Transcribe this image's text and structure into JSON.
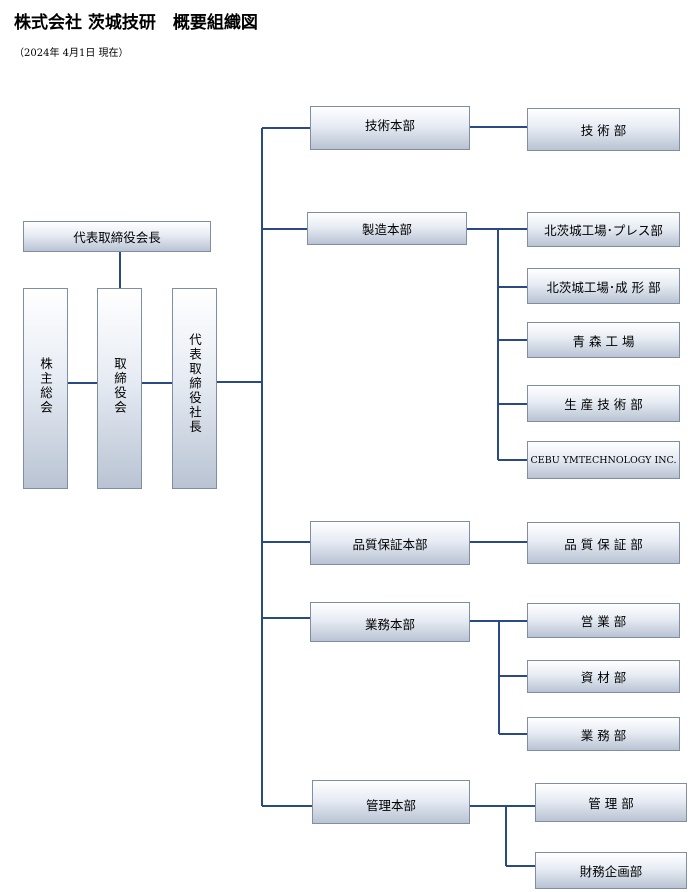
{
  "title": "株式会社 茨城技研　概要組織図",
  "subtitle": "（2024年 4月1日 現在）",
  "nodes": {
    "chairman": "代表取締役会長",
    "shareholders": "株主総会",
    "board": "取締役会",
    "president": "代表取締役社長",
    "tech_hq": "技術本部",
    "tech_dept": "技 術 部",
    "mfg_hq": "製造本部",
    "kitaibaraki_press": "北茨城工場･プレス部",
    "kitaibaraki_molding": "北茨城工場･成 形 部",
    "aomori": "青 森 工 場",
    "production_eng": "生 産 技 術 部",
    "cebu": "CEBU YMTECHNOLOGY INC.",
    "qa_hq": "品質保証本部",
    "qa_dept": "品 質 保 証 部",
    "biz_hq": "業務本部",
    "sales": "営 業 部",
    "materials": "資 材 部",
    "business": "業 務 部",
    "mgmt_hq": "管理本部",
    "mgmt_dept": "管 理 部",
    "finance_planning": "財務企画部"
  }
}
